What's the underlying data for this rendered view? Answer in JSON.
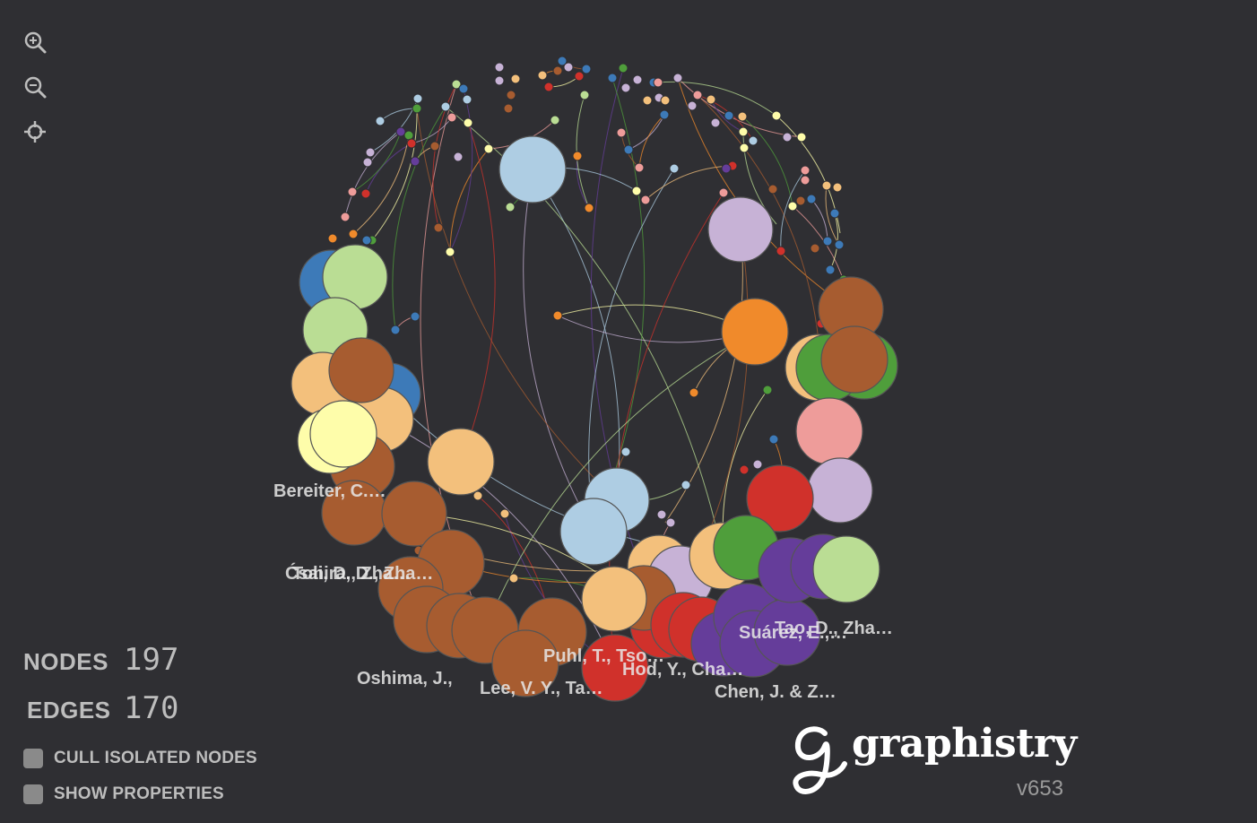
{
  "toolbar": {
    "zoom_in_icon": "zoom-in-icon",
    "zoom_out_icon": "zoom-out-icon",
    "center_icon": "crosshair-icon"
  },
  "stats": {
    "nodes_label": "NODES",
    "nodes_value": "197",
    "edges_label": "EDGES",
    "edges_value": "170"
  },
  "options": {
    "cull_label": "CULL ISOLATED NODES",
    "cull_checked": false,
    "props_label": "SHOW PROPERTIES",
    "props_checked": false
  },
  "brand": {
    "name": "graphistry",
    "version": "v653"
  },
  "graph": {
    "background": "#2f2f33",
    "palette": {
      "blue": "#3d7ab8",
      "lightblue": "#aecde3",
      "orange": "#f08a2b",
      "lightorange": "#f3c07c",
      "green": "#4f9e3b",
      "lightgreen": "#badd94",
      "red": "#d0312b",
      "pink": "#ee9c9a",
      "purple": "#653d9a",
      "lavender": "#c7b2d6",
      "brown": "#a75c30",
      "yellow": "#fefdaa"
    },
    "node_labels": [
      "Bereiter, C.…",
      "Ćsai, D., Zha…",
      "Tohira, D., Zha…",
      "Oshima, J.,",
      "Lee, V. Y., Ta…",
      "Puhl, T., Tso…",
      "Hod, Y., Cha…",
      "Suárez, E.,…",
      "Tao, D., Zha…",
      "Chen, J. & Z…"
    ]
  }
}
